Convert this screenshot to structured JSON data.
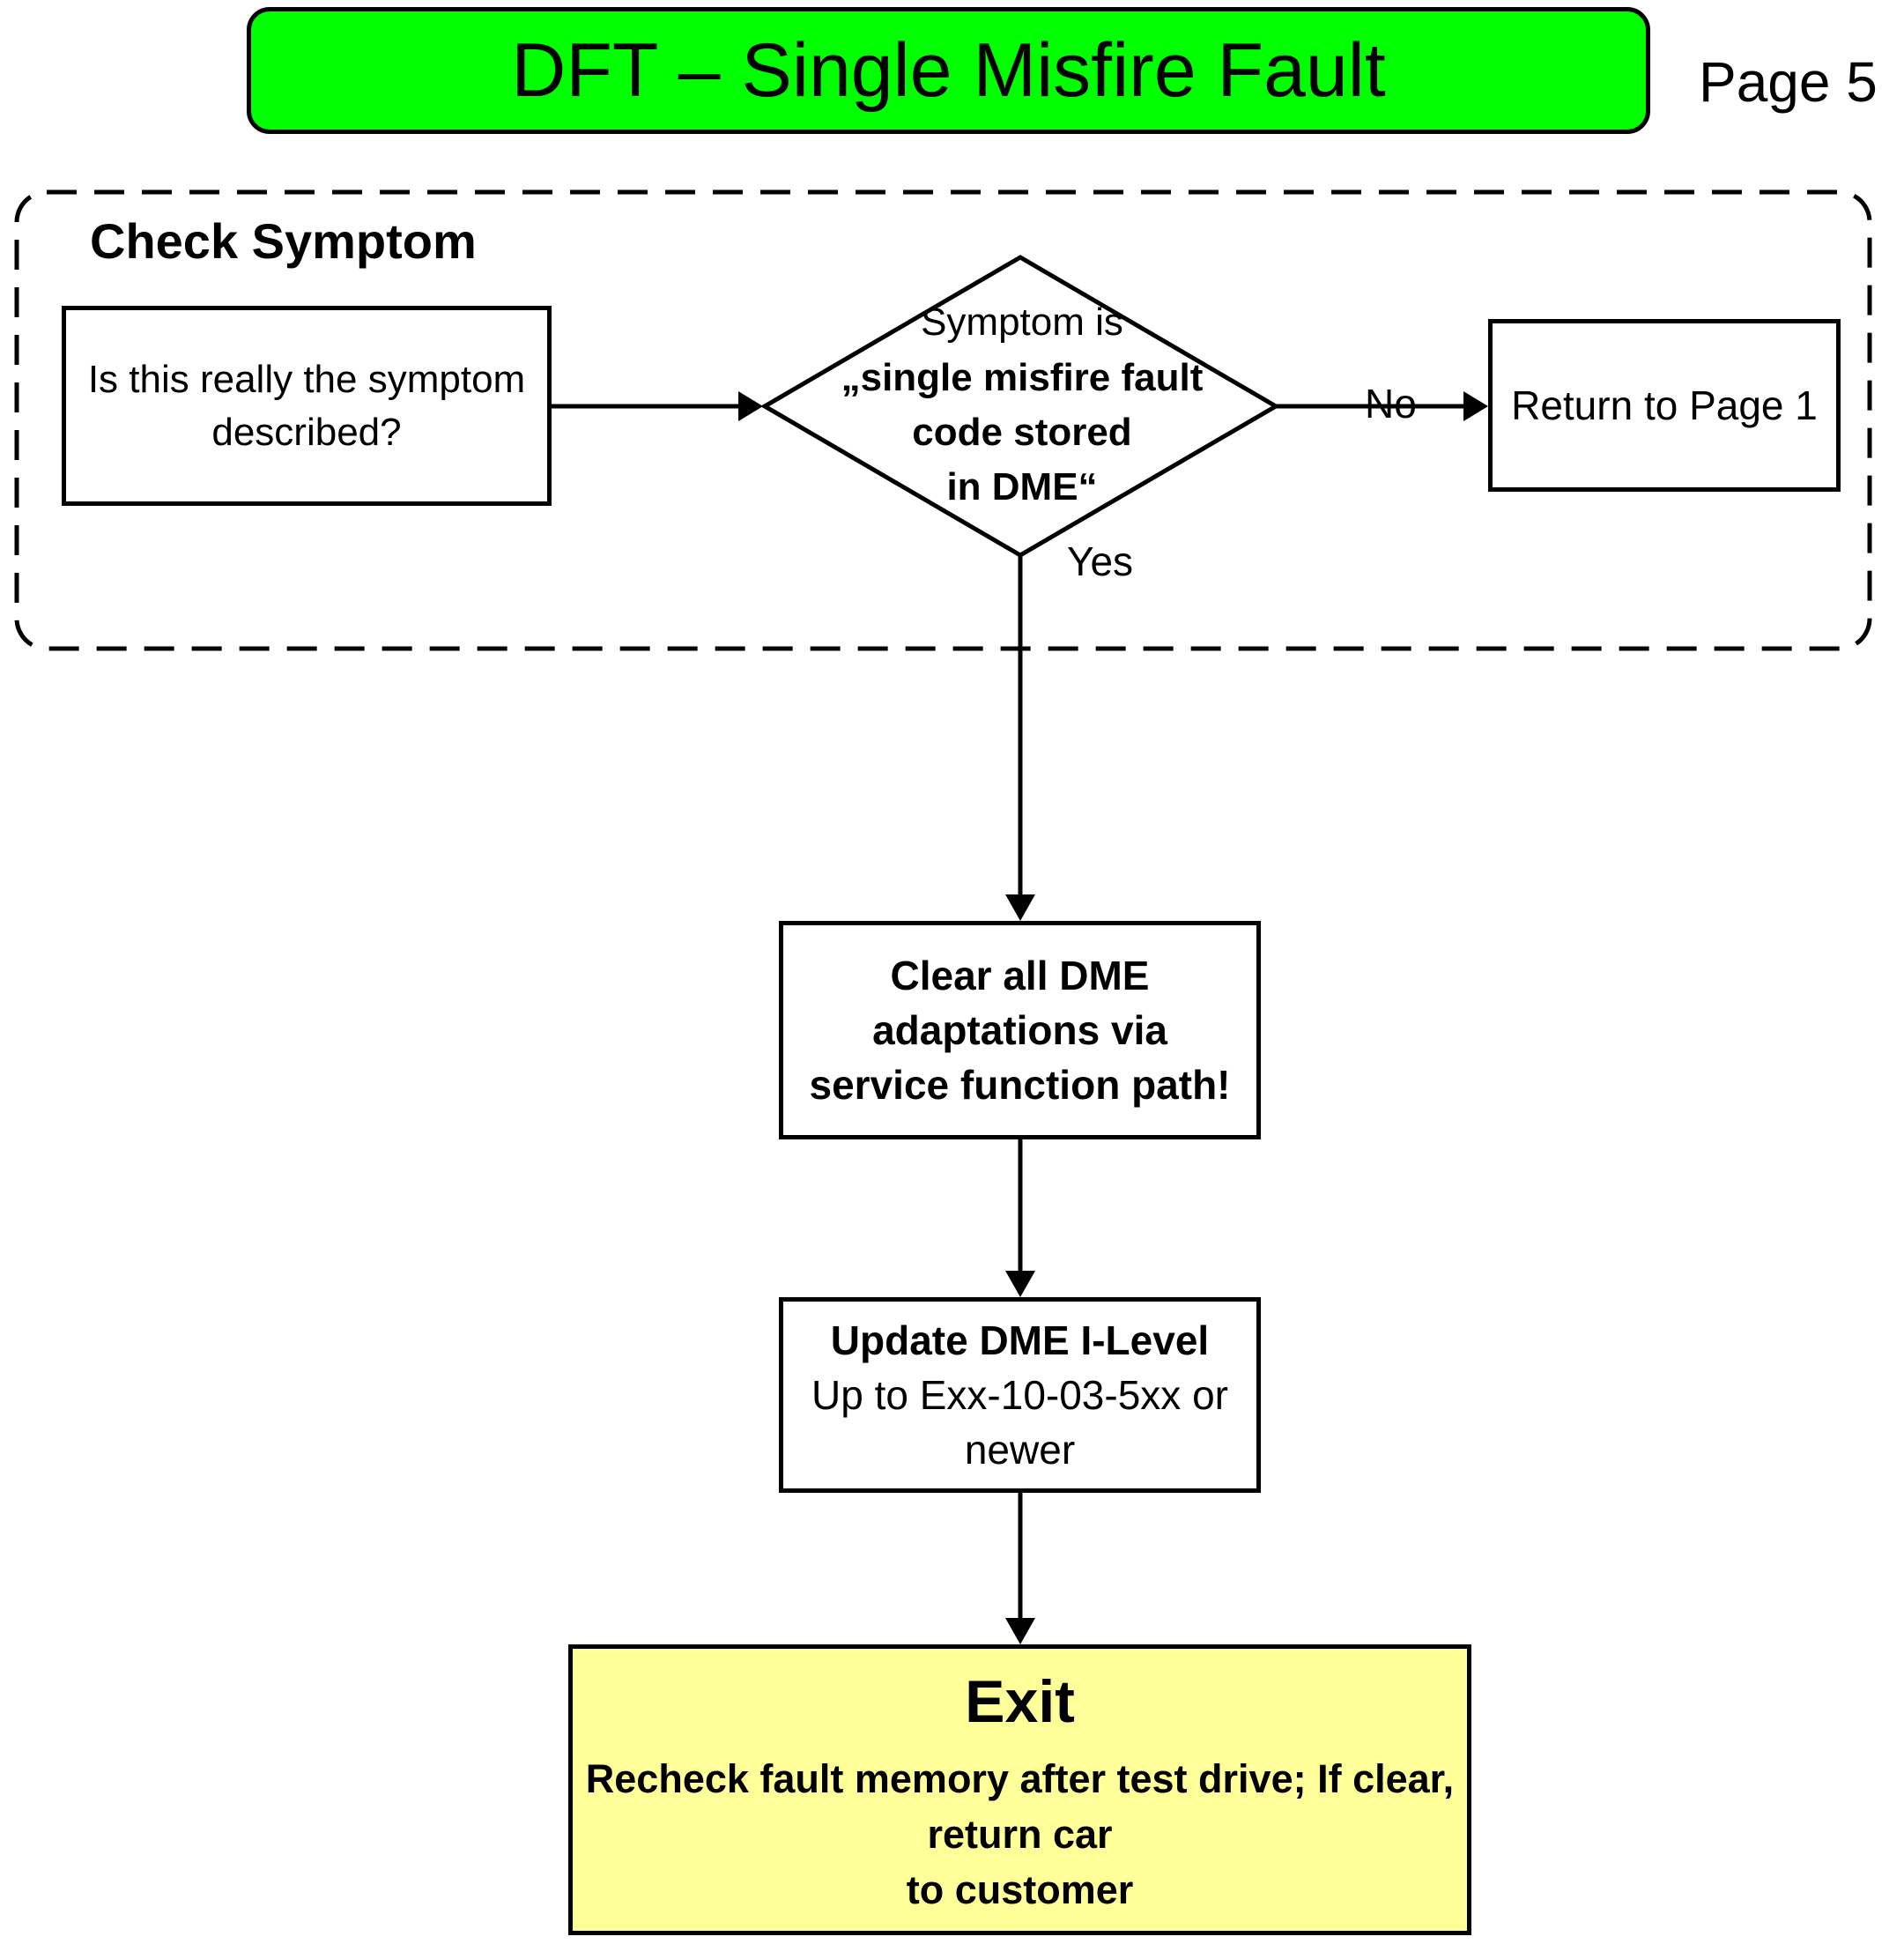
{
  "header": {
    "title": "DFT – Single Misfire Fault",
    "page": "Page 5"
  },
  "group": {
    "label": "Check Symptom"
  },
  "nodes": {
    "question": {
      "line1": "Is this really the symptom",
      "line2": "described?"
    },
    "decision": {
      "line1": "Symptom is",
      "line2": "„single misfire fault",
      "line3": "code stored",
      "line4": "in DME“"
    },
    "return": {
      "text": "Return to Page 1"
    },
    "clear": {
      "line1": "Clear all DME adaptations via",
      "line2": "service function path!"
    },
    "update": {
      "line1": "Update DME I-Level",
      "line2": "Up to Exx-10-03-5xx or newer"
    },
    "exit": {
      "title": "Exit",
      "line1": "Recheck fault memory after test drive; If clear, return car",
      "line2": "to customer"
    }
  },
  "edges": {
    "no_label": "No",
    "yes_label": "Yes"
  },
  "colors": {
    "title_fill": "#00ff00",
    "exit_fill": "#ffff99",
    "stroke": "#000000"
  }
}
